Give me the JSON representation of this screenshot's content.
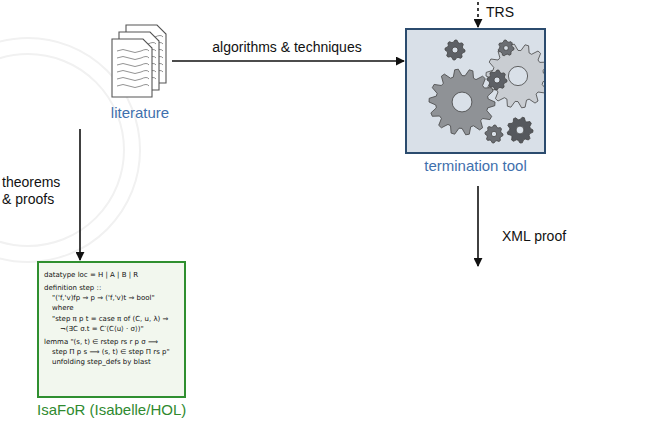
{
  "diagram": {
    "nodes": [
      {
        "text": [
          "literature"
        ]
      },
      {
        "text": [
          "termination tool"
        ]
      },
      {
        "text": [
          "datatype loc = H | A | B | R",
          "definition step ::",
          "\"('f,'v)fp ⇒ p ⇒ ('f,'v)t ⇒ bool\"",
          "where",
          "\"step π p t = case π of (C, u, λ) ⇒",
          "¬(∃C σ.t = C′⟨C⟨u⟩ · σ⟩)\"",
          "lemma \"(s, t) ∈ rstep rs r p σ ⟹",
          "step Π p s ⟹ (s, t) ∈ step Π rs p\"",
          "unfolding step_defs by blast",
          "IsaFoR (Isabelle/HOL)"
        ]
      }
    ],
    "edges": [
      {
        "from": 0,
        "to": 1,
        "arrow": "to",
        "label": "algorithms & techniques"
      },
      {
        "from": 0,
        "to": 2,
        "arrow": "to",
        "label": "theorems & proofs"
      }
    ],
    "labels": [
      "TRS",
      "XML proof"
    ]
  }
}
